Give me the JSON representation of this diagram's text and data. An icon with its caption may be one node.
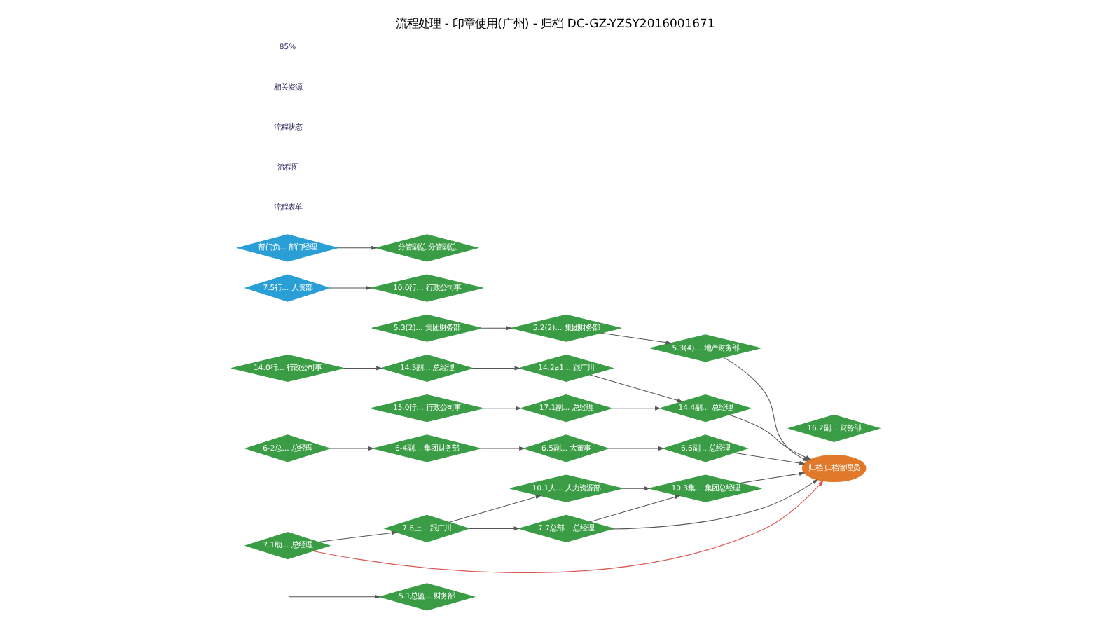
{
  "diagram": {
    "title": "流程处理 - 印章使用(广州) - 归档 DC-GZ-YZSY2016001671",
    "nodes": [
      {
        "text": [
          "5.1总监... 财务部"
        ]
      },
      {
        "text": [
          "5.3(2)... 集团财务部"
        ]
      },
      {
        "text": [
          "5.2(2)... 集团财务部"
        ]
      },
      {
        "text": [
          "5.3(4)... 地产财务部"
        ]
      },
      {
        "text": [
          "14.0行... 行政公司事"
        ]
      },
      {
        "text": [
          "14.3副... 总经理"
        ]
      },
      {
        "text": [
          "14.2a1... 跟广川"
        ]
      },
      {
        "text": [
          "14.4副... 总经理"
        ]
      },
      {
        "text": [
          "15.0行... 行政公司事"
        ]
      },
      {
        "text": [
          "16.2副... 财务部"
        ]
      },
      {
        "text": [
          "17.1副... 总经理"
        ]
      },
      {
        "text": [
          "6-2总... 总经理"
        ]
      },
      {
        "text": [
          "6-4副... 集团财务部"
        ]
      },
      {
        "text": [
          "6.5副... 大董事"
        ]
      },
      {
        "text": [
          "6.6副... 总经理"
        ]
      },
      {
        "text": [
          "7.5行... 人资部"
        ]
      },
      {
        "text": [
          "7.1助... 总经理"
        ]
      },
      {
        "text": [
          "7.6上... 跟广川"
        ]
      },
      {
        "text": [
          "7.7总部... 总经理"
        ]
      },
      {
        "text": [
          "部门负... 部门经理"
        ]
      },
      {
        "text": [
          "分管副总 分管副总"
        ]
      },
      {
        "text": [
          "10.0行... 行政公司事"
        ]
      },
      {
        "text": [
          "10.1人... 人力资源部"
        ]
      },
      {
        "text": [
          "10.3集... 集团总经理"
        ]
      },
      {
        "text": [
          "归档 归档管理员"
        ]
      }
    ],
    "edges": [
      {
        "from": null,
        "to": 0,
        "arrow": "to"
      },
      {
        "from": 1,
        "to": 2,
        "arrow": "to"
      },
      {
        "from": 2,
        "to": 3,
        "arrow": "to"
      },
      {
        "from": 4,
        "to": 5,
        "arrow": "to"
      },
      {
        "from": 5,
        "to": 6,
        "arrow": "to"
      },
      {
        "from": 6,
        "to": 7,
        "arrow": "to"
      },
      {
        "from": 8,
        "to": 10,
        "arrow": "to"
      },
      {
        "from": 10,
        "to": 7,
        "arrow": "to"
      },
      {
        "from": 11,
        "to": 12,
        "arrow": "to"
      },
      {
        "from": 12,
        "to": 13,
        "arrow": "to"
      },
      {
        "from": 13,
        "to": 14,
        "arrow": "to"
      },
      {
        "from": 16,
        "to": 17,
        "arrow": "to"
      },
      {
        "from": 17,
        "to": 18,
        "arrow": "to"
      },
      {
        "from": 19,
        "to": 20,
        "arrow": "to"
      },
      {
        "from": 15,
        "to": 21,
        "arrow": "to"
      },
      {
        "from": 17,
        "to": 22,
        "arrow": "to"
      },
      {
        "from": 18,
        "to": 23,
        "arrow": "to"
      },
      {
        "from": 22,
        "to": 23,
        "arrow": "to"
      },
      {
        "from": 14,
        "to": 24,
        "arrow": "to"
      },
      {
        "from": 16,
        "to": 24,
        "arrow": "to",
        "color": "#d9534f"
      },
      {
        "from": 18,
        "to": 24,
        "arrow": "to"
      },
      {
        "from": 23,
        "to": 24,
        "arrow": "to"
      },
      {
        "from": 3,
        "to": 24,
        "arrow": "to"
      },
      {
        "from": 7,
        "to": 24,
        "arrow": "to"
      }
    ],
    "labels": [
      "流程表单",
      "流程图",
      "流程状态",
      "相关资源",
      "85%"
    ]
  }
}
